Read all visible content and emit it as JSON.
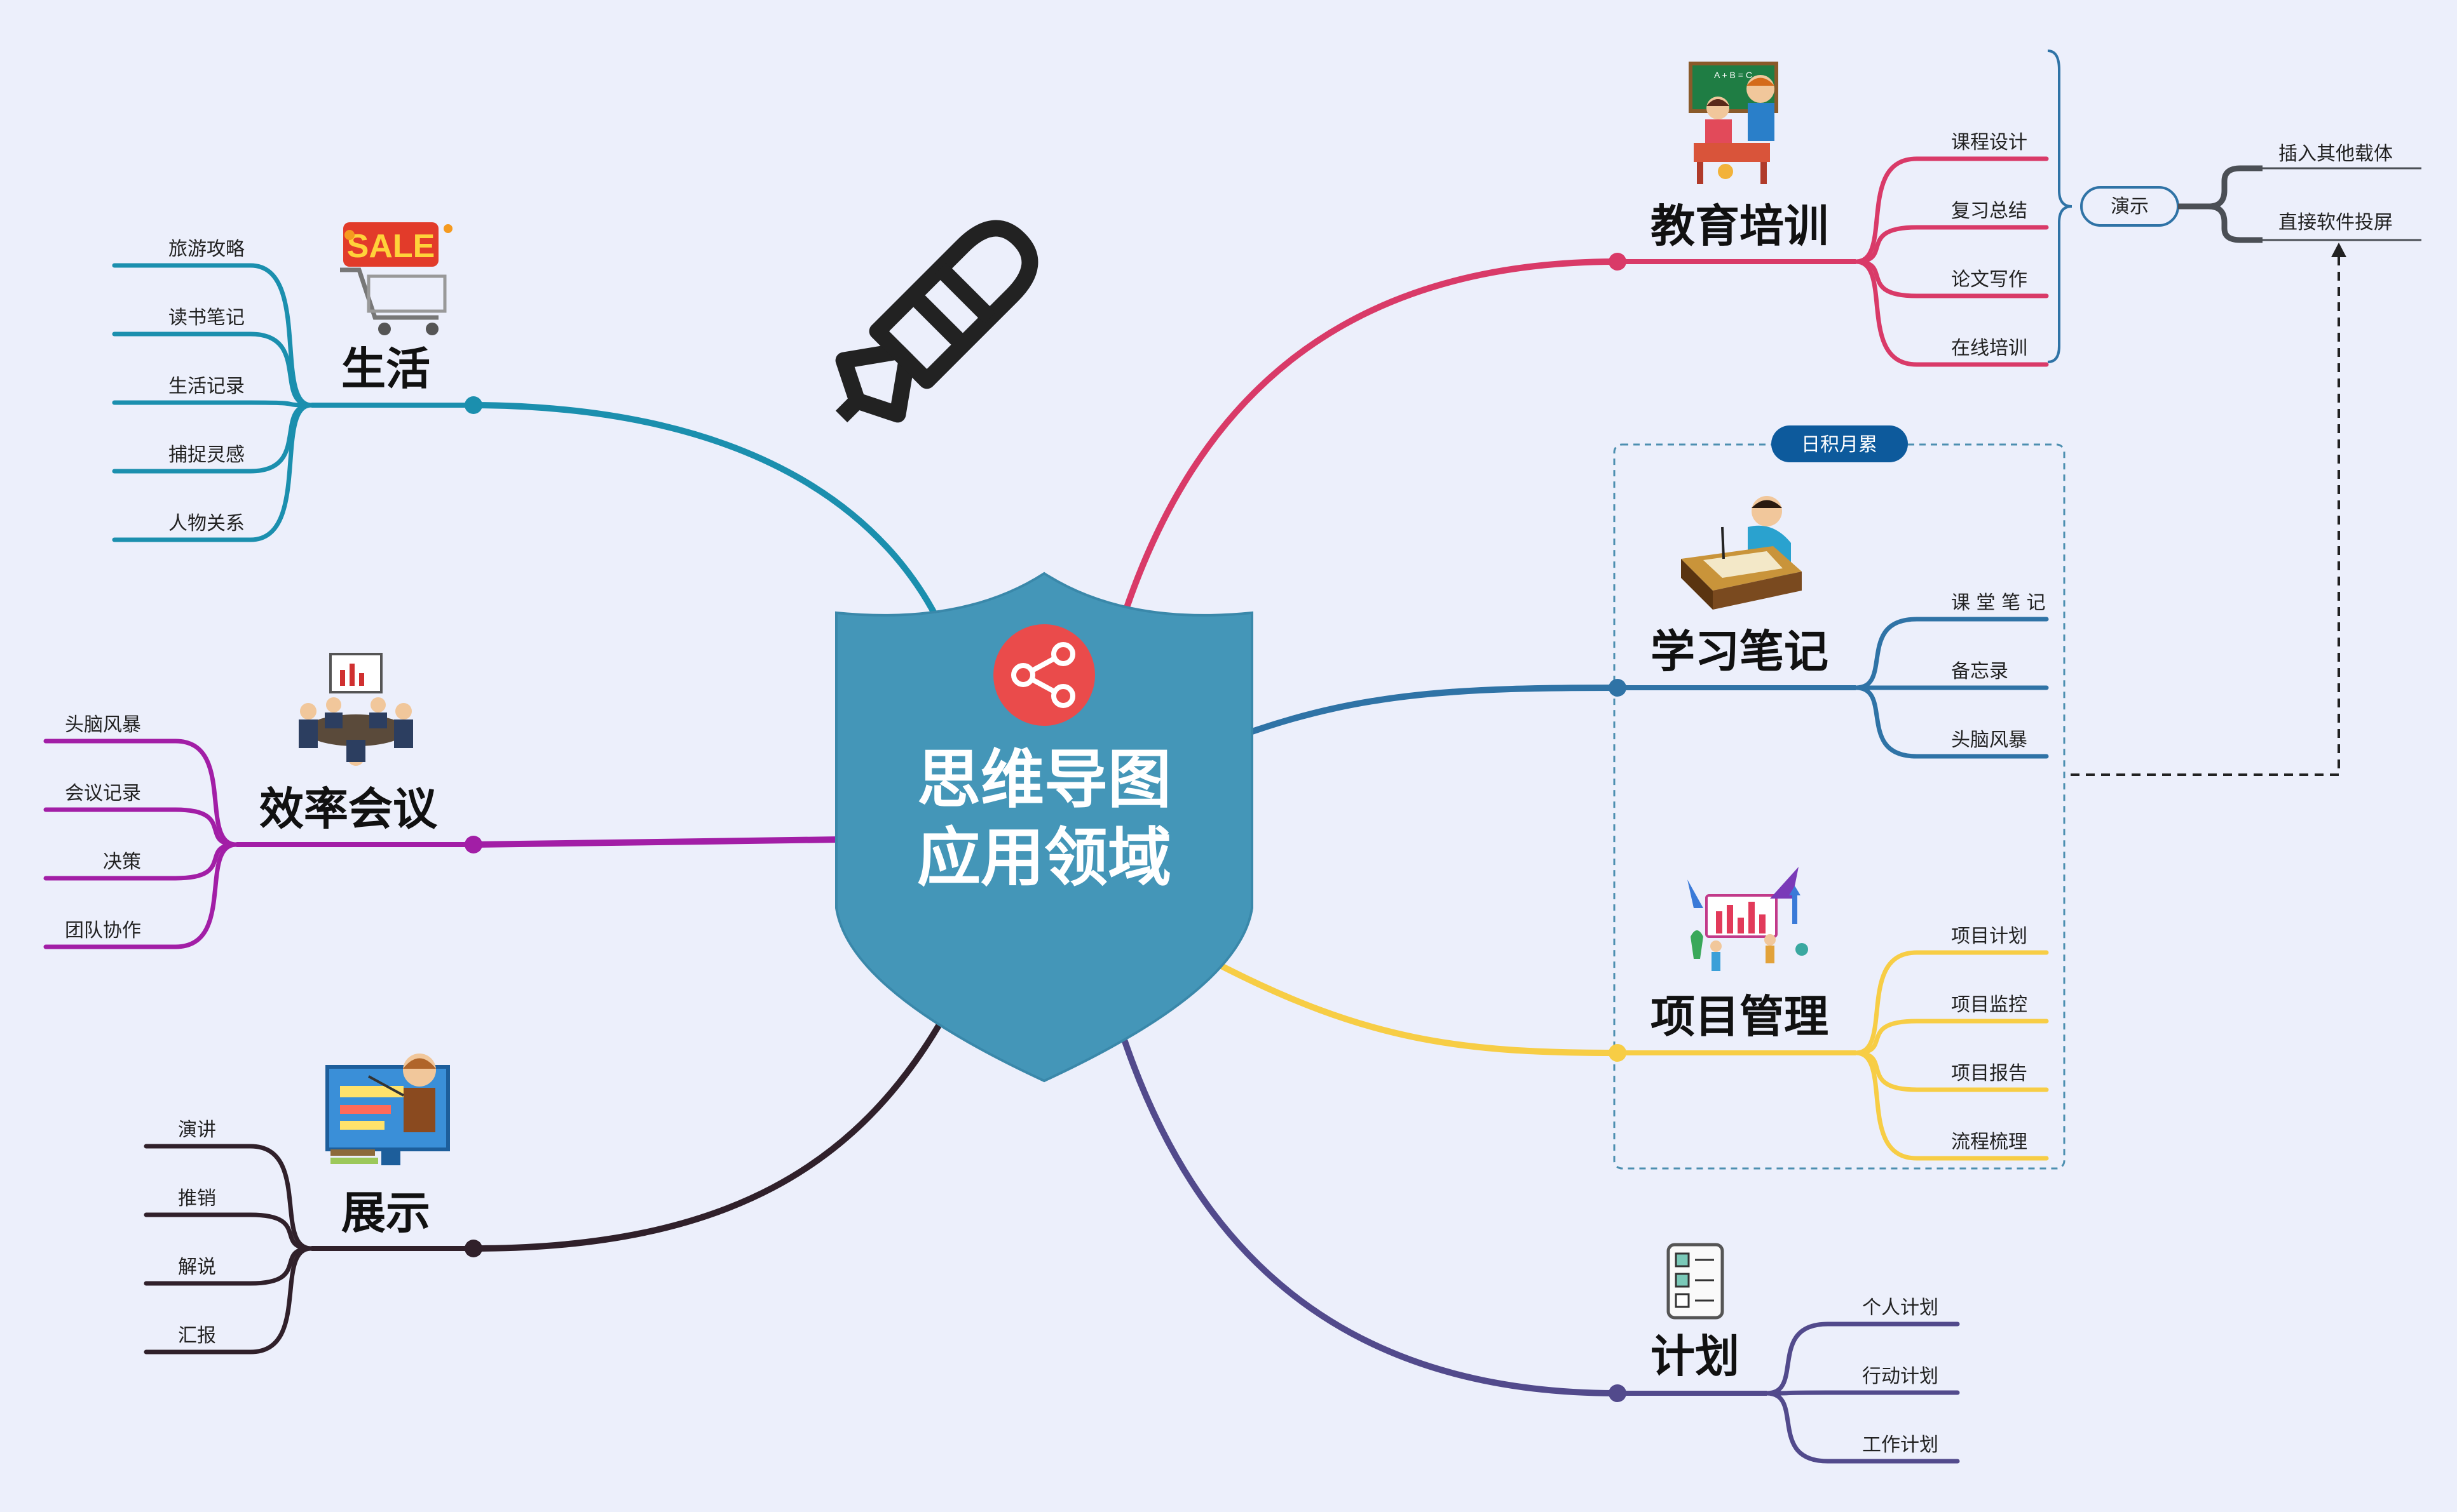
{
  "center": {
    "title_line1": "思维导图",
    "title_line2": "应用领域",
    "share_icon": "share-nodes-icon",
    "shield_color": "#4496b8",
    "icon_circle_color": "#ea4b4b"
  },
  "branches": {
    "life": {
      "label": "生活",
      "color": "#1b8fae",
      "icon": "shopping-cart-sale-icon",
      "items": [
        "旅游攻略",
        "读书笔记",
        "生活记录",
        "捕捉灵感",
        "人物关系"
      ]
    },
    "meeting": {
      "label": "效率会议",
      "color": "#a21ea6",
      "icon": "meeting-room-icon",
      "items": [
        "头脑风暴",
        "会议记录",
        "决策",
        "团队协作"
      ]
    },
    "present": {
      "label": "展示",
      "color": "#30202a",
      "icon": "presenter-board-icon",
      "items": [
        "演讲",
        "推销",
        "解说",
        "汇报"
      ]
    },
    "education": {
      "label": "教育培训",
      "color": "#d93a68",
      "icon": "classroom-teacher-icon",
      "items": [
        "课程设计",
        "复习总结",
        "论文写作",
        "在线培训"
      ]
    },
    "study": {
      "label": "学习笔记",
      "color": "#2f73a6",
      "icon": "student-writing-icon",
      "items": [
        "课 堂 笔 记",
        "备忘录",
        "头脑风暴"
      ]
    },
    "project": {
      "label": "项目管理",
      "color": "#f7cd45",
      "icon": "data-analysis-icon",
      "items": [
        "项目计划",
        "项目监控",
        "项目报告",
        "流程梳理"
      ]
    },
    "plan": {
      "label": "计划",
      "color": "#524a8c",
      "icon": "checklist-icon",
      "items": [
        "个人计划",
        "行动计划",
        "工作计划"
      ]
    }
  },
  "summary": {
    "label": "演示",
    "items": [
      "插入其他载体",
      "直接软件投屏"
    ],
    "color": "#4b4f55"
  },
  "boundary": {
    "label": "日积月累",
    "badge_color": "#0d5a9c",
    "border_color": "#4d8fb0"
  },
  "decor": {
    "pen_icon": "fountain-pen-icon",
    "pen_color": "#222222"
  }
}
